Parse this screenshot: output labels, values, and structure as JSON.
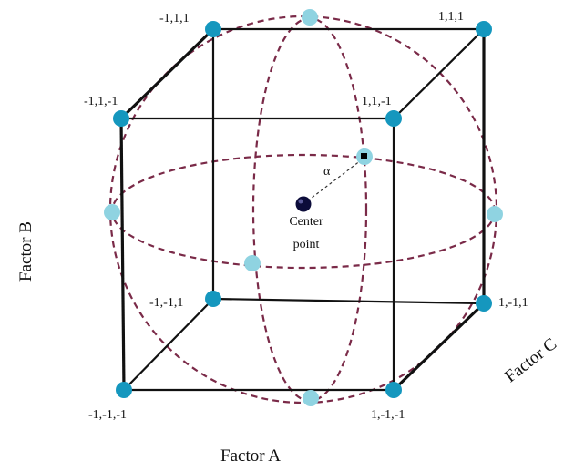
{
  "corners": {
    "back_top_left": "-1,1,1",
    "back_top_right": "1,1,1",
    "front_top_left": "-1,1,-1",
    "front_top_right": "1,1,-1",
    "back_bottom_left": "-1,-1,1",
    "back_bottom_right": "1,-1,1",
    "front_bottom_left": "-1,-1,-1",
    "front_bottom_right": "1,-1,-1"
  },
  "center_label_line1": "Center",
  "center_label_line2": "point",
  "alpha_label": "α",
  "axis_labels": {
    "factor_a": "Factor A",
    "factor_b": "Factor B",
    "factor_c": "Factor C"
  },
  "colors": {
    "corner_point": "#1597be",
    "axial_point": "#8fd3e1",
    "center_point": "#0c0c3a",
    "sphere_dash": "#7a2a48",
    "edges": "#111111"
  }
}
